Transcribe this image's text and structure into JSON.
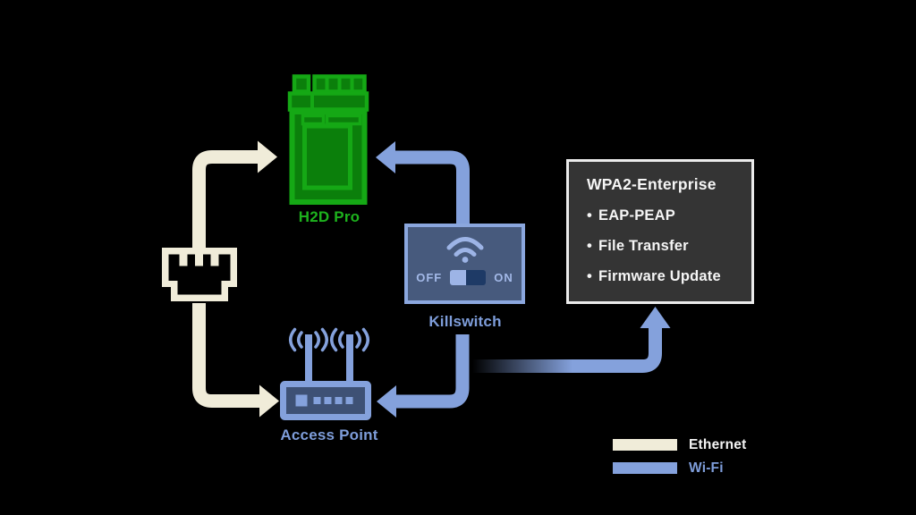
{
  "diagram": {
    "nodes": {
      "h2d_pro": {
        "label": "H2D Pro",
        "color": "#15a815"
      },
      "killswitch": {
        "label": "Killswitch",
        "off_label": "OFF",
        "on_label": "ON",
        "state": "off"
      },
      "access_point": {
        "label": "Access Point"
      },
      "ethernet_port": {
        "label": ""
      }
    },
    "info_box": {
      "title": "WPA2-Enterprise",
      "bullet": "•",
      "items": [
        "EAP-PEAP",
        "File Transfer",
        "Firmware Update"
      ]
    },
    "legend": {
      "items": [
        {
          "label": "Ethernet",
          "color": "#f0ecd9"
        },
        {
          "label": "Wi-Fi",
          "color": "#84a1dc"
        }
      ]
    },
    "edges": [
      {
        "from": "ethernet-port",
        "to": "h2d-pro",
        "type": "ethernet"
      },
      {
        "from": "ethernet-port",
        "to": "access-point",
        "type": "ethernet"
      },
      {
        "from": "killswitch",
        "to": "h2d-pro",
        "type": "wifi"
      },
      {
        "from": "killswitch",
        "to": "access-point",
        "type": "wifi"
      },
      {
        "from": "access-point",
        "to": "info-box",
        "type": "wifi",
        "style": "fade-in"
      }
    ],
    "colors": {
      "background": "#000000",
      "ethernet": "#f0ecd9",
      "wifi": "#84a1dc",
      "device_green_stroke": "#15a815",
      "device_green_fill": "#0b7f0b",
      "killswitch_fill": "#475a7d",
      "info_box_fill": "#343434"
    }
  }
}
